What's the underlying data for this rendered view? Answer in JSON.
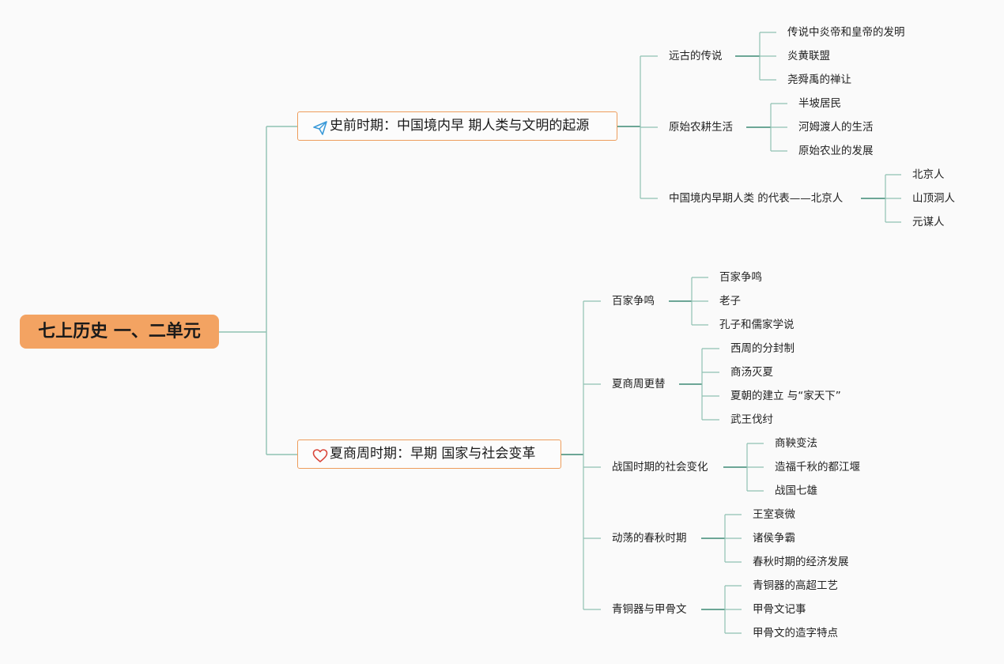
{
  "root": {
    "label": "七上历史 一、二单元"
  },
  "branches": [
    {
      "label": "史前时期：中国境内早 期人类与文明的起源",
      "icon": "paper-plane-icon",
      "icon_color": "#3a9ad9",
      "topics": [
        {
          "label": "远古的传说",
          "items": [
            "传说中炎帝和皇帝的发明",
            "炎黄联盟",
            "尧舜禹的禅让"
          ]
        },
        {
          "label": "原始农耕生活",
          "items": [
            "半坡居民",
            "河姆渡人的生活",
            "原始农业的发展"
          ]
        },
        {
          "label": "中国境内早期人类 的代表——北京人",
          "items": [
            "北京人",
            "山顶洞人",
            "元谋人"
          ]
        }
      ]
    },
    {
      "label": "夏商周时期：早期 国家与社会变革",
      "icon": "heart-icon",
      "icon_color": "#d9463a",
      "topics": [
        {
          "label": "百家争鸣",
          "items": [
            "百家争鸣",
            "老子",
            "孔子和儒家学说"
          ]
        },
        {
          "label": "夏商周更替",
          "items": [
            "西周的分封制",
            "商汤灭夏",
            "夏朝的建立 与“家天下”",
            "武王伐纣"
          ]
        },
        {
          "label": "战国时期的社会变化",
          "items": [
            "商鞅变法",
            "造福千秋的都江堰",
            "战国七雄"
          ]
        },
        {
          "label": "动荡的春秋时期",
          "items": [
            "王室衰微",
            "诸侯争霸",
            "春秋时期的经济发展"
          ]
        },
        {
          "label": "青铜器与甲骨文",
          "items": [
            "青铜器的高超工艺",
            "甲骨文记事",
            "甲骨文的造字特点"
          ]
        }
      ]
    }
  ],
  "colors": {
    "root_fill": "#f3a362",
    "branch_border": "#ee9d5c",
    "connector": "#8fc1b2",
    "connector_dark": "#3d8a74",
    "background": "#fafafa"
  }
}
